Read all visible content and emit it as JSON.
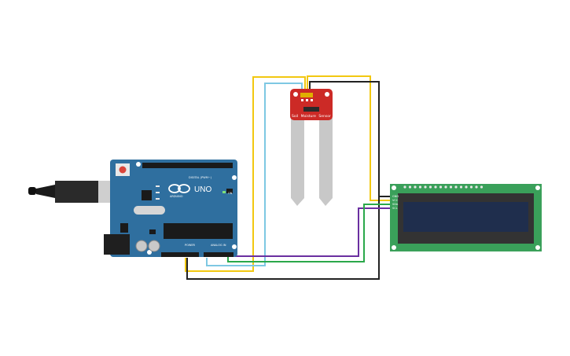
{
  "arduino": {
    "brand": "ARDUINO",
    "model": "UNO",
    "digital_header_label": "DIGITAL (PWM~)",
    "power_header_label": "POWER",
    "analog_header_label": "ANALOG IN",
    "led_on_label": "ON",
    "board_color": "#2f6f9f",
    "logo_icon": "arduino-infinity-logo"
  },
  "sensor": {
    "label_words": [
      "Soil",
      "Moisture",
      "Sensor"
    ],
    "board_color": "#cc2a26",
    "probe_color": "#c8c8c8"
  },
  "lcd": {
    "pin_labels": [
      "GND",
      "VCC",
      "SDA",
      "SCL"
    ],
    "board_color": "#3aa05a",
    "screen_color": "#1f2e4d"
  },
  "wires": {
    "yellow": "#f2c811",
    "light_blue": "#7ec8e3",
    "black": "#222222",
    "purple": "#6a2fa0",
    "green": "#2aa84a"
  }
}
